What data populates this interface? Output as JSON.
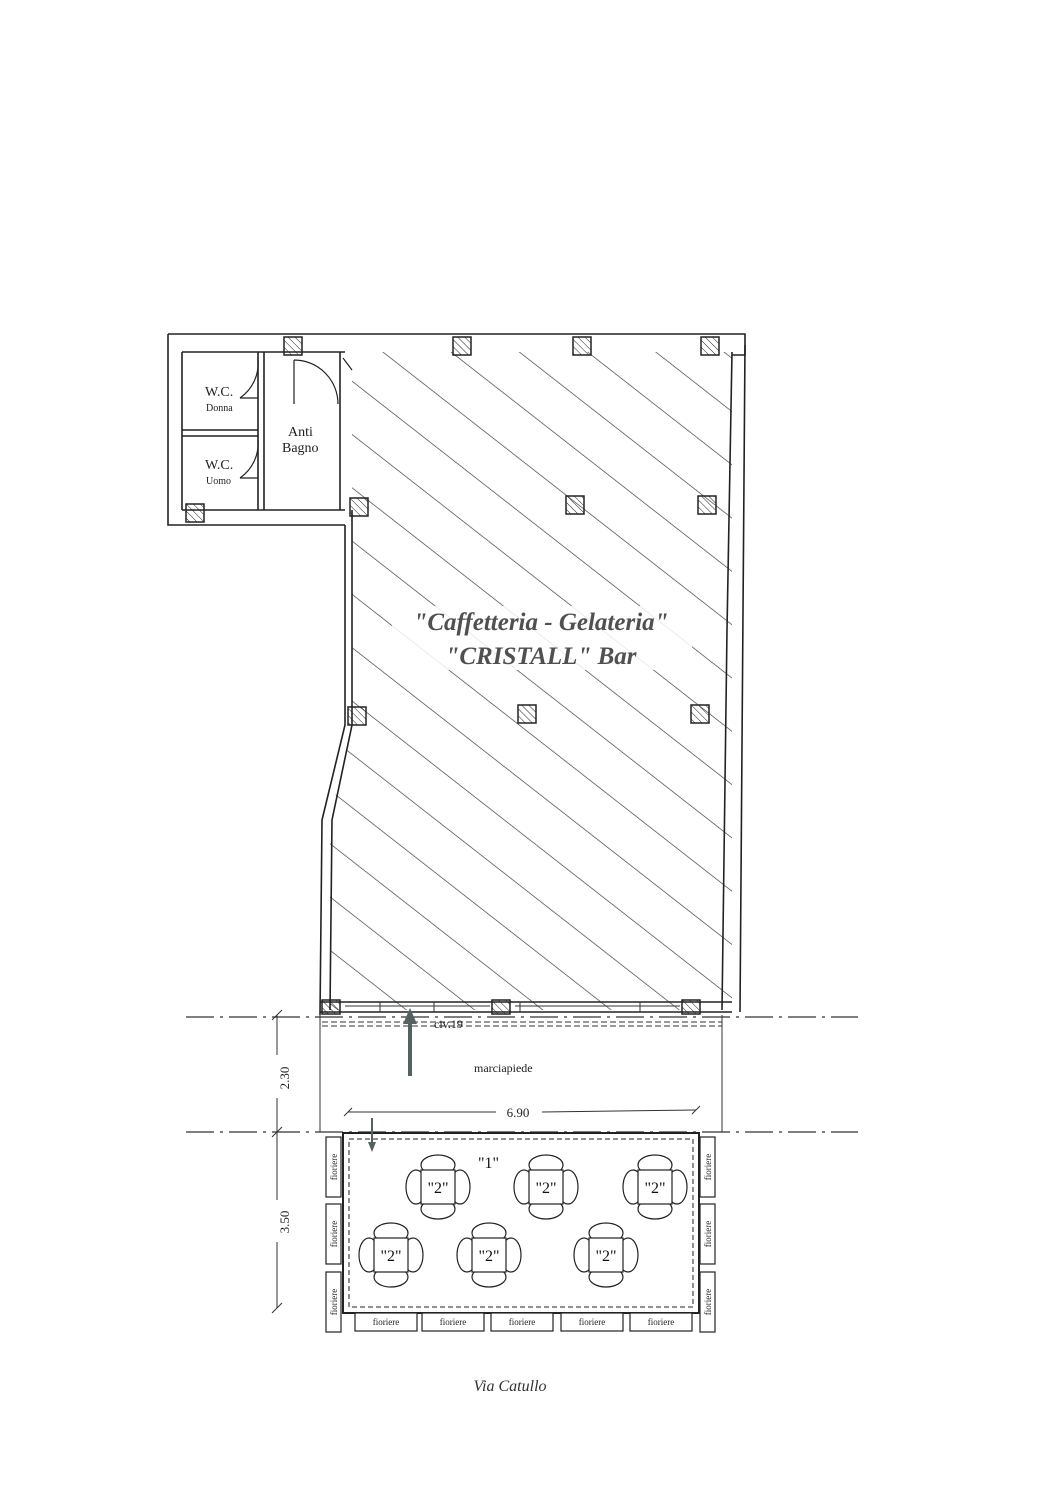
{
  "rooms": {
    "wc_donna": {
      "title": "W.C.",
      "sub": "Donna"
    },
    "wc_uomo": {
      "title": "W.C.",
      "sub": "Uomo"
    },
    "anti_bagno": {
      "line1": "Anti",
      "line2": "Bagno"
    }
  },
  "bar": {
    "name_line1": "\"Caffetteria - Gelateria\"",
    "name_line2": "\"CRISTALL\" Bar"
  },
  "entrance": {
    "civic": "civ.19"
  },
  "sidewalk": {
    "label": "marciapiede",
    "width_dim": "6.90"
  },
  "dimensions": {
    "sidewalk_depth": "2.30",
    "terrace_depth": "3.50"
  },
  "terrace": {
    "area_label": "\"1\"",
    "table_label": "\"2\"",
    "planter_label": "fioriere"
  },
  "street": {
    "name": "Via Catullo"
  }
}
